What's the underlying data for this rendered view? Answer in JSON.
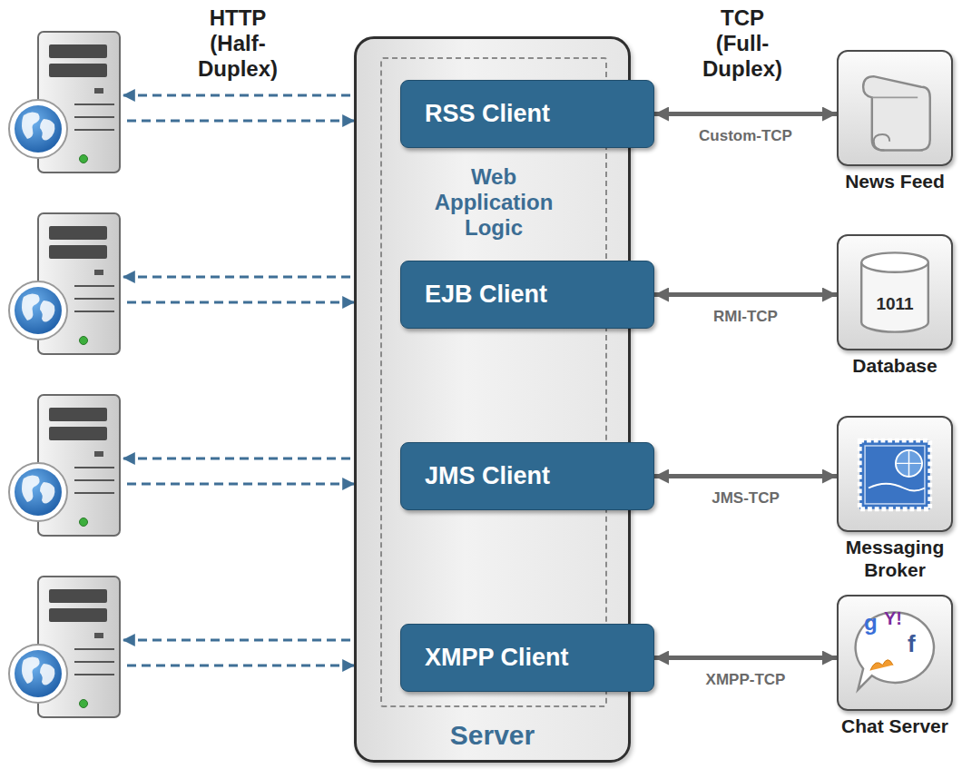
{
  "diagram": {
    "nodes": [
      {
        "text": [
          "Server"
        ]
      },
      {
        "text": [
          "Web Application Logic"
        ],
        "in": 0
      },
      {
        "text": [
          "RSS Client"
        ],
        "in": 1
      },
      {
        "text": [
          "EJB Client"
        ],
        "in": 1
      },
      {
        "text": [
          "JMS Client"
        ],
        "in": 1
      },
      {
        "text": [
          "XMPP Client"
        ],
        "in": 1
      },
      {
        "text": [
          "News Feed"
        ]
      },
      {
        "text": [
          "1011",
          "Database"
        ]
      },
      {
        "text": [
          "Messaging Broker"
        ]
      },
      {
        "text": [
          "Chat Server"
        ]
      }
    ],
    "edges": [
      {
        "from": 2,
        "to": 6,
        "label": "Custom-TCP",
        "arrow": "both"
      },
      {
        "from": 3,
        "to": 7,
        "label": "RMI-TCP",
        "arrow": "both"
      },
      {
        "from": 4,
        "to": 8,
        "label": "JMS-TCP",
        "arrow": "both"
      },
      {
        "from": 5,
        "to": 9,
        "label": "XMPP-TCP",
        "arrow": "both"
      }
    ],
    "labels": [
      "HTTP (Half-Duplex)",
      "TCP (Full-Duplex)",
      "g",
      "Y!",
      "f"
    ]
  }
}
